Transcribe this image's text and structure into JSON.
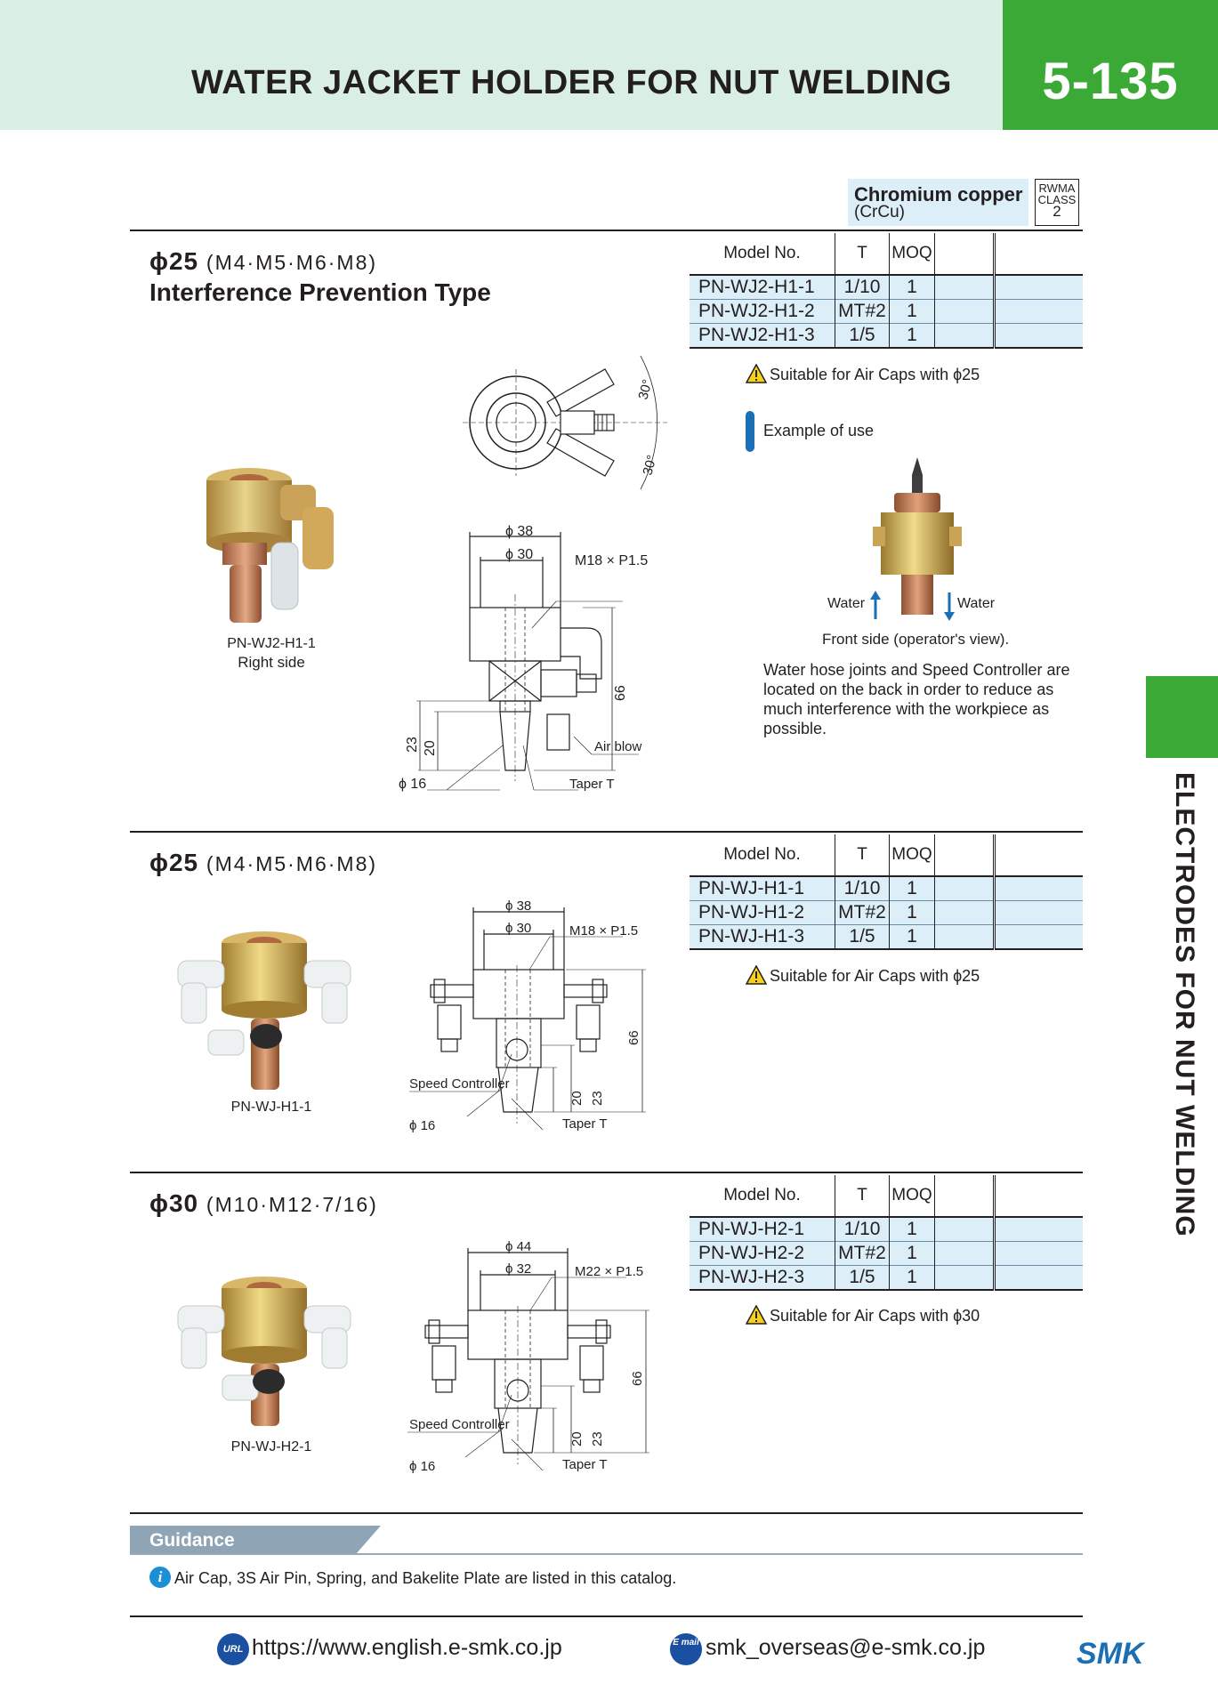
{
  "header": {
    "title": "WATER JACKET HOLDER FOR NUT WELDING",
    "page_number": "5-135"
  },
  "side_label": "ELECTRODES FOR NUT WELDING",
  "material": {
    "name": "Chromium copper",
    "code": "(CrCu)",
    "rwma_label": "RWMA",
    "class_label": "CLASS",
    "class_num": "2"
  },
  "table_headers": {
    "model": "Model No.",
    "t": "T",
    "moq": "MOQ"
  },
  "sections": [
    {
      "size": "ϕ25",
      "sizes": "(M4·M5·M6·M8)",
      "subtitle": "Interference Prevention Type",
      "rows": [
        {
          "model": "PN-WJ2-H1-1",
          "t": "1/10",
          "moq": "1"
        },
        {
          "model": "PN-WJ2-H1-2",
          "t": "MT#2",
          "moq": "1"
        },
        {
          "model": "PN-WJ2-H1-3",
          "t": "1/5",
          "moq": "1"
        }
      ],
      "note": "Suitable for Air Caps with ϕ25",
      "photo_caption": "PN-WJ2-H1-1",
      "photo_caption2": "Right side",
      "dims": {
        "d_outer": "ϕ 38",
        "d_inner": "ϕ 30",
        "thread": "M18 × P1.5",
        "height": "66",
        "h1": "23",
        "h2": "20",
        "d_tip": "ϕ 16",
        "taper": "Taper T",
        "air": "Air blow",
        "angle1": "30°",
        "angle2": "30°"
      },
      "example": {
        "title": "Example of use",
        "water_left": "Water",
        "water_right": "Water",
        "caption": "Front side (operator's view).",
        "description": "Water hose joints and Speed Controller are located on the back in order to reduce as much interference with the workpiece as possible."
      }
    },
    {
      "size": "ϕ25",
      "sizes": "(M4·M5·M6·M8)",
      "rows": [
        {
          "model": "PN-WJ-H1-1",
          "t": "1/10",
          "moq": "1"
        },
        {
          "model": "PN-WJ-H1-2",
          "t": "MT#2",
          "moq": "1"
        },
        {
          "model": "PN-WJ-H1-3",
          "t": "1/5",
          "moq": "1"
        }
      ],
      "note": "Suitable for Air Caps with ϕ25",
      "photo_caption": "PN-WJ-H1-1",
      "dims": {
        "d_outer": "ϕ 38",
        "d_inner": "ϕ 30",
        "thread": "M18 × P1.5",
        "height": "66",
        "h1": "20",
        "h2": "23",
        "d_tip": "ϕ 16",
        "taper": "Taper T",
        "speed": "Speed Controller"
      }
    },
    {
      "size": "ϕ30",
      "sizes": "(M10·M12·7/16)",
      "rows": [
        {
          "model": "PN-WJ-H2-1",
          "t": "1/10",
          "moq": "1"
        },
        {
          "model": "PN-WJ-H2-2",
          "t": "MT#2",
          "moq": "1"
        },
        {
          "model": "PN-WJ-H2-3",
          "t": "1/5",
          "moq": "1"
        }
      ],
      "note": "Suitable for Air Caps with ϕ30",
      "photo_caption": "PN-WJ-H2-1",
      "dims": {
        "d_outer": "ϕ 44",
        "d_inner": "ϕ 32",
        "thread": "M22 × P1.5",
        "height": "66",
        "h1": "20",
        "h2": "23",
        "d_tip": "ϕ 16",
        "taper": "Taper T",
        "speed": "Speed Controller"
      }
    }
  ],
  "guidance": {
    "title": "Guidance",
    "text": "Air Cap, 3S Air Pin, Spring, and Bakelite Plate are listed in this catalog."
  },
  "footer": {
    "url_icon": "URL",
    "url": "https://www.english.e-smk.co.jp",
    "mail_icon": "E mail",
    "email": "smk_overseas@e-smk.co.jp",
    "brand": "SMK"
  },
  "colors": {
    "accent_green": "#3ba935",
    "header_bg": "#d9efe3",
    "table_row_bg": "#dceef7",
    "guidance_bar": "#8fa4b4",
    "brand_blue": "#1b6fb5"
  }
}
